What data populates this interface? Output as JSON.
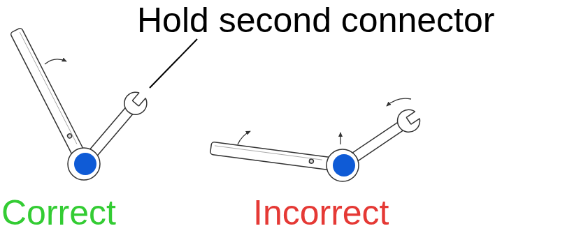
{
  "diagram": {
    "labels": [
      "Hold second connector",
      "Correct",
      "Incorrect"
    ]
  }
}
